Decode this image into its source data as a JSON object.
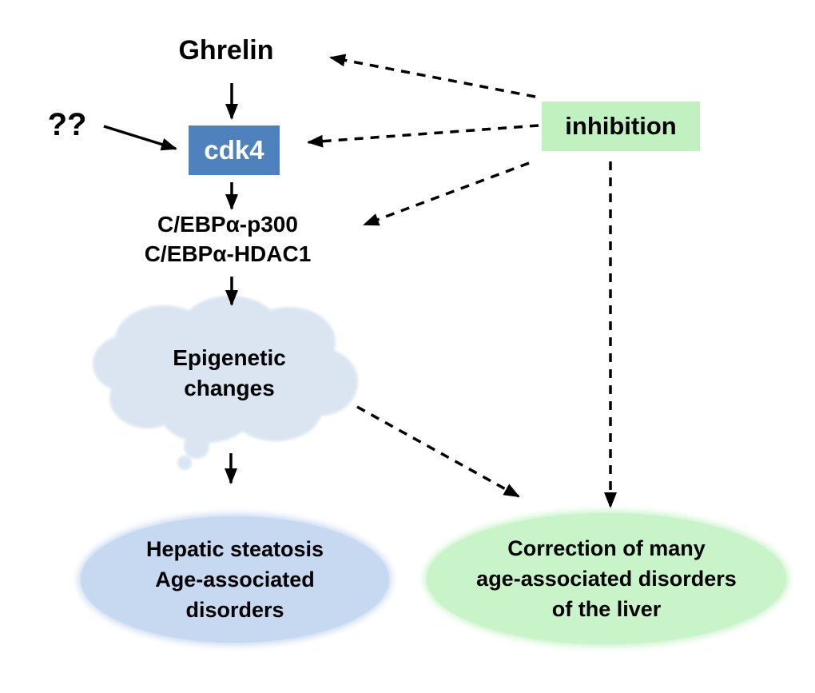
{
  "colors": {
    "cdk4_bg": "#4f81bd",
    "cdk4_text": "#ffffff",
    "cloud_bg": "#dbe5f1",
    "hepatic_bg": "#c6d9f0",
    "inhibition_bg": "#c1f0c1",
    "correction_bg": "#c9f3c9",
    "arrow": "#000000",
    "text": "#000000"
  },
  "nodes": {
    "ghrelin": {
      "label": "Ghrelin"
    },
    "unknown_input": {
      "label": "??"
    },
    "cdk4": {
      "label": "cdk4"
    },
    "cebp": {
      "lines": [
        "C/EBPα-p300",
        "C/EBPα-HDAC1"
      ]
    },
    "epigenetic_changes": {
      "lines": [
        "Epigenetic",
        "changes"
      ]
    },
    "inhibition": {
      "label": "inhibition"
    },
    "hepatic_steatosis": {
      "lines": [
        "Hepatic steatosis",
        "Age-associated",
        "disorders"
      ]
    },
    "correction": {
      "lines": [
        "Correction of many",
        "age-associated disorders",
        "of the liver"
      ]
    }
  },
  "edges": [
    {
      "from": "ghrelin",
      "to": "cdk4",
      "style": "solid"
    },
    {
      "from": "unknown_input",
      "to": "cdk4",
      "style": "solid"
    },
    {
      "from": "cdk4",
      "to": "cebp",
      "style": "solid"
    },
    {
      "from": "cebp",
      "to": "epigenetic_changes",
      "style": "solid"
    },
    {
      "from": "epigenetic_changes",
      "to": "hepatic_steatosis",
      "style": "solid"
    },
    {
      "from": "inhibition",
      "to": "ghrelin",
      "style": "dashed"
    },
    {
      "from": "inhibition",
      "to": "cdk4",
      "style": "dashed"
    },
    {
      "from": "inhibition",
      "to": "cebp",
      "style": "dashed"
    },
    {
      "from": "inhibition",
      "to": "correction",
      "style": "dashed"
    },
    {
      "from": "epigenetic_changes",
      "to": "correction",
      "style": "dashed"
    }
  ]
}
